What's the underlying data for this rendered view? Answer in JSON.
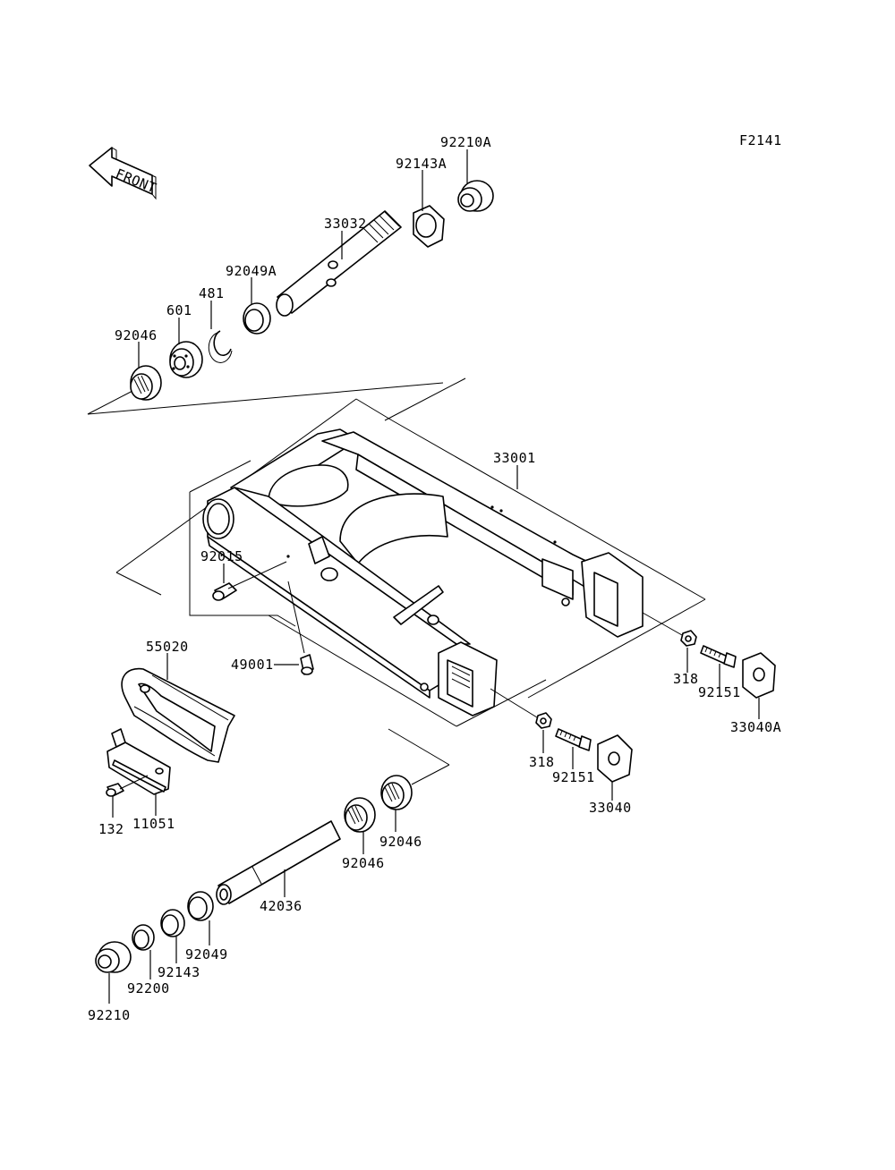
{
  "figure_code": "F2141",
  "front_arrow_label": "FRONT",
  "labels": {
    "p92210A": "92210A",
    "p92143A": "92143A",
    "p33032": "33032",
    "p92049A": "92049A",
    "p481": "481",
    "p601": "601",
    "p92046_top": "92046",
    "p33001": "33001",
    "p92015": "92015",
    "p49001": "49001",
    "p55020": "55020",
    "p318_right": "318",
    "p92151_right": "92151",
    "p33040A": "33040A",
    "p318_mid": "318",
    "p92151_mid": "92151",
    "p33040": "33040",
    "p132": "132",
    "p11051": "11051",
    "p92046_b1": "92046",
    "p92046_b2": "92046",
    "p42036": "42036",
    "p92049": "92049",
    "p92143": "92143",
    "p92200": "92200",
    "p92210": "92210"
  }
}
